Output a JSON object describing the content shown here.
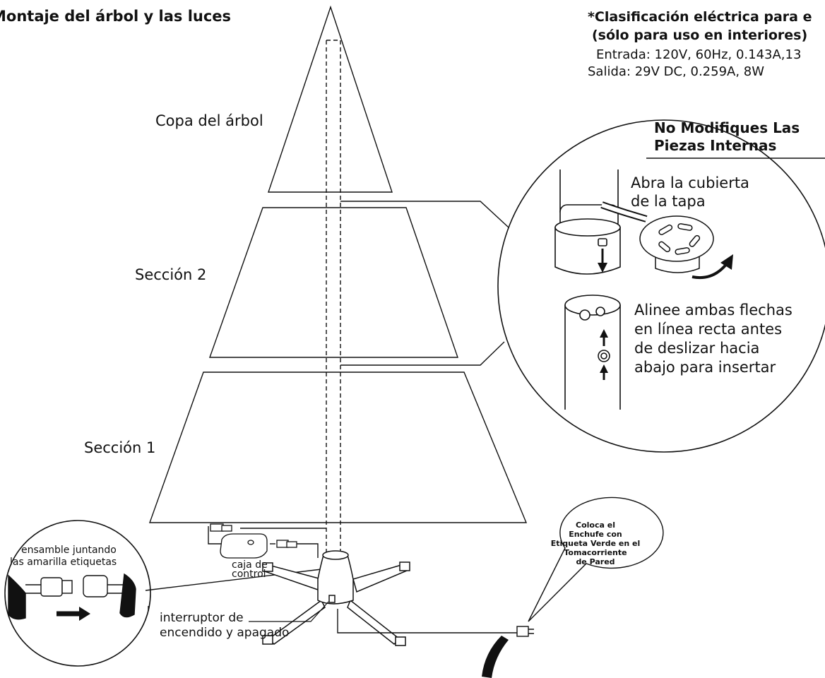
{
  "title": "Montaje del árbol y las luces",
  "spec": {
    "line1": "*Clasificación eléctrica para e",
    "line2": "(sólo para uso en interiores)",
    "input": "Entrada: 120V, 60Hz, 0.143A,13",
    "output": "Salida: 29V DC, 0.259A, 8W"
  },
  "sections": {
    "top": "Copa del árbol",
    "mid": "Sección 2",
    "bottom": "Sección 1"
  },
  "warning": {
    "line1": "No Modifiques Las",
    "line2": "Piezas Internas"
  },
  "detail": {
    "open_line1": "Abra la cubierta",
    "open_line2": "de la tapa",
    "align_line1": "Alinee ambas flechas",
    "align_line2": "en línea recta antes",
    "align_line3": "de deslizar hacia",
    "align_line4": "abajo para insertar"
  },
  "connector": {
    "line1": "ensamble juntando",
    "line2": "las amarilla etiquetas"
  },
  "control_box": {
    "line1": "caja de",
    "line2": "control"
  },
  "switch": {
    "line1": "interruptor de",
    "line2": "encendido y apagado"
  },
  "plug_bubble": {
    "line1": "Coloca el",
    "line2": "Enchufe con",
    "line3": "Etiqueta Verde en el",
    "line4": "Tomacorriente",
    "line5": "de Pared"
  }
}
